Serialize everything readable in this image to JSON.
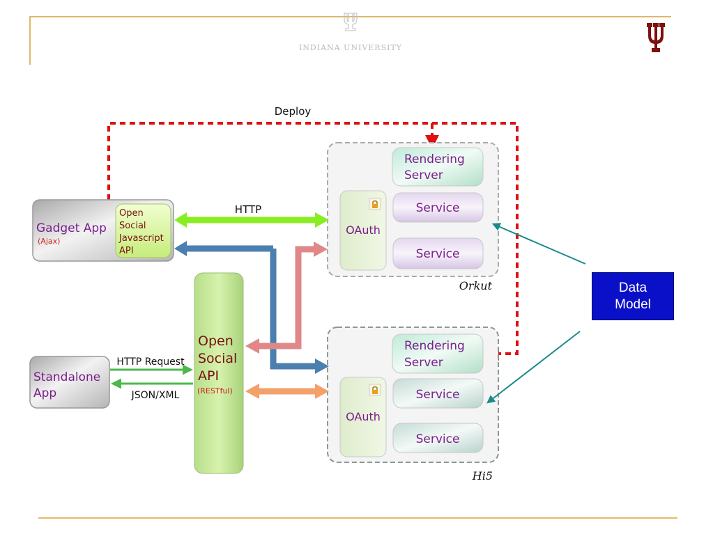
{
  "header": {
    "university": "INDIANA UNIVERSITY",
    "brand_color": "#7d110c",
    "rule_color": "#d4a23a"
  },
  "diagram": {
    "deploy_label": "Deploy",
    "http_label": "HTTP",
    "http_request_label": "HTTP Request",
    "json_xml_label": "JSON/XML",
    "gadget_app": {
      "title": "Gadget App",
      "subtitle": "(Ajax)",
      "api_lines": [
        "Open",
        "Social",
        "Javascript",
        "API"
      ]
    },
    "standalone_app": {
      "lines": [
        "Standalone",
        "App"
      ]
    },
    "open_social_api": {
      "lines": [
        "Open",
        "Social",
        "API"
      ],
      "subtitle": "(RESTful)"
    },
    "orkut": {
      "name": "Orkut",
      "rendering_lines": [
        "Rendering",
        "Server"
      ],
      "oauth": "OAuth",
      "services": [
        "Service",
        "Service"
      ]
    },
    "hi5": {
      "name": "Hi5",
      "rendering_lines": [
        "Rendering",
        "Server"
      ],
      "oauth": "OAuth",
      "services": [
        "Service",
        "Service"
      ]
    },
    "data_model_lines": [
      "Data",
      "Model"
    ],
    "colors": {
      "deploy": "#e01010",
      "http": "#88ee22",
      "blue": "#4a7fb0",
      "pink": "#e08888",
      "orange": "#f3a06a",
      "green": "#4cb84c",
      "teal": "#1a8a8a",
      "data_model": "#0a10c8"
    },
    "icons": [
      "lock-icon",
      "iu-trident-logo"
    ]
  }
}
